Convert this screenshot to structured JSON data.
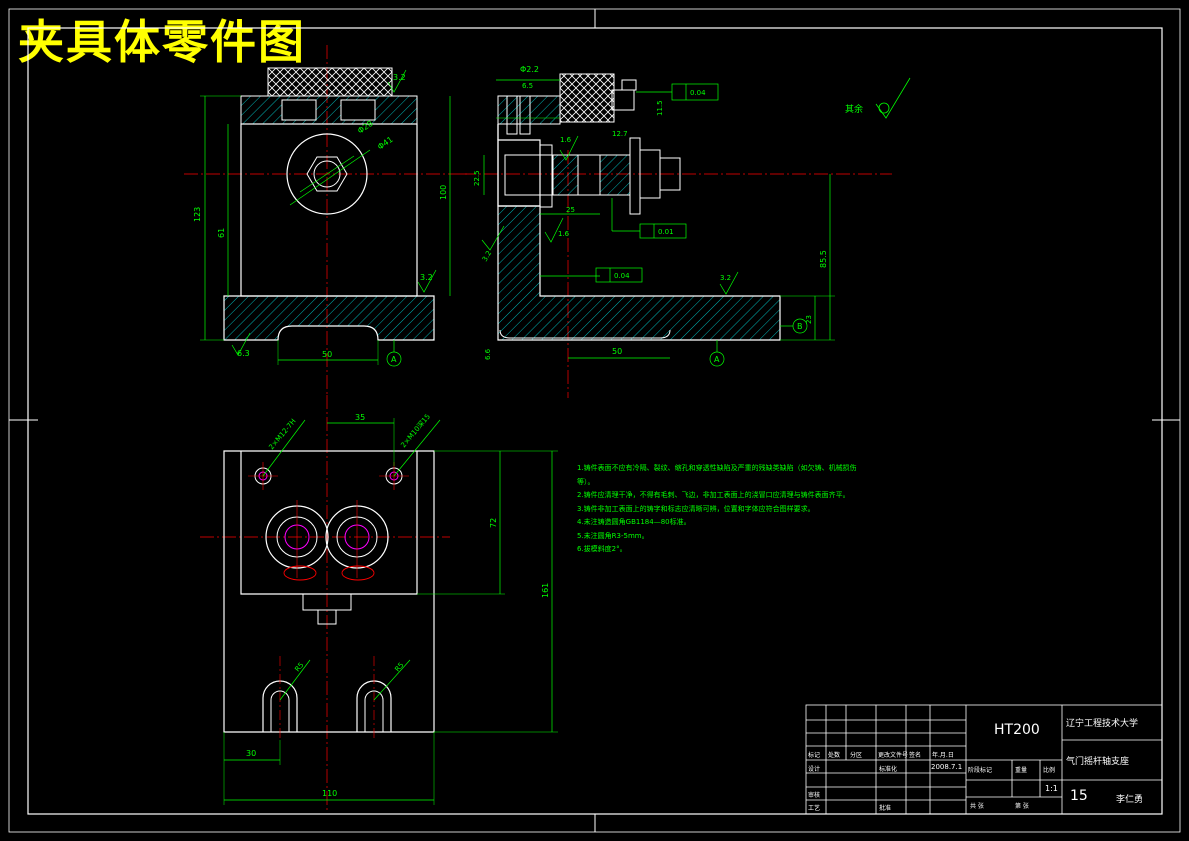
{
  "header": {
    "title": "夹具体零件图"
  },
  "views": {
    "front": {
      "dim_height_total": "123",
      "dim_height_mid": "61",
      "dim_height_right": "100",
      "dim_width_bottom": "50",
      "dim_diameter_inner": "Φ28",
      "dim_diameter_outer": "Φ41",
      "roughness_top": "3.2",
      "roughness_right": "3.2",
      "roughness_bottom": "6.3",
      "datum": "A"
    },
    "side": {
      "dim_phi_small": "Φ2.2",
      "dim_small_1": "6.5",
      "dim_small_2": "11.5",
      "dim_small_3": "12.7",
      "tol_parallel_top": "0.04",
      "tol_perp_mid": "0.01",
      "tol_parallel_bottom": "0.04",
      "dim_vertical_left": "22.5",
      "dim_h_mid": "25",
      "dim_right_tall": "85.5",
      "dim_right_small": "23",
      "dim_bottom_width": "50",
      "dim_left_small": "6.6",
      "roughness_a": "1.6",
      "roughness_b": "1.6",
      "roughness_c": "3.2",
      "roughness_d": "3.2",
      "datum_a": "A",
      "datum_b": "B"
    },
    "top": {
      "dim_center_spacing": "35",
      "hole_callout_left": "2×M12-7H",
      "hole_callout_right": "2×M10深15",
      "dim_height_upper": "72",
      "dim_height_total": "161",
      "dim_slot_left": "R5",
      "dim_slot_right": "R5",
      "dim_left_offset": "30",
      "dim_width_total": "110"
    },
    "surface_mark": "其余"
  },
  "technical_notes": [
    "1.铸件表面不应有冷隔、裂纹、缩孔和穿透性缺陷及严重的残缺类缺陷（如欠铸、机械损伤",
    "等）。",
    "2.铸件应清理干净，不得有毛刺、飞边，非加工表面上的浇冒口应清理与铸件表面齐平。",
    "3.铸件非加工表面上的铸字和标志应清晰可辨，位置和字体应符合图样要求。",
    "4.未注铸造圆角GB1184—80标准。",
    "5.未注圆角R3-5mm。",
    "6.拔模斜度2°。"
  ],
  "title_block": {
    "material": "HT200",
    "school": "辽宁工程技术大学",
    "part_name": "气门摇杆轴支座",
    "scale": "1:1",
    "sheet_no": "15",
    "drafter": "李仁勇",
    "date": "2008.7.1",
    "labels": {
      "mark": "标记",
      "count": "处数",
      "zone": "分区",
      "change_doc": "更改文件号",
      "signature": "签名",
      "ymd": "年.月.日",
      "design": "设计",
      "standard": "标准化",
      "stage_mark": "阶段标记",
      "weight": "重量",
      "ratio": "比例",
      "review": "审核",
      "process": "工艺",
      "approve": "批准",
      "sheets_total": "共 张",
      "sheet_this": "第 张"
    }
  },
  "colors": {
    "background": "#000000",
    "outline": "#ffffff",
    "dimension": "#00ff00",
    "centerline": "#ff0000",
    "hatch": "#00ffff",
    "title": "#ffff00",
    "hole_marker": "#ff00ff"
  }
}
